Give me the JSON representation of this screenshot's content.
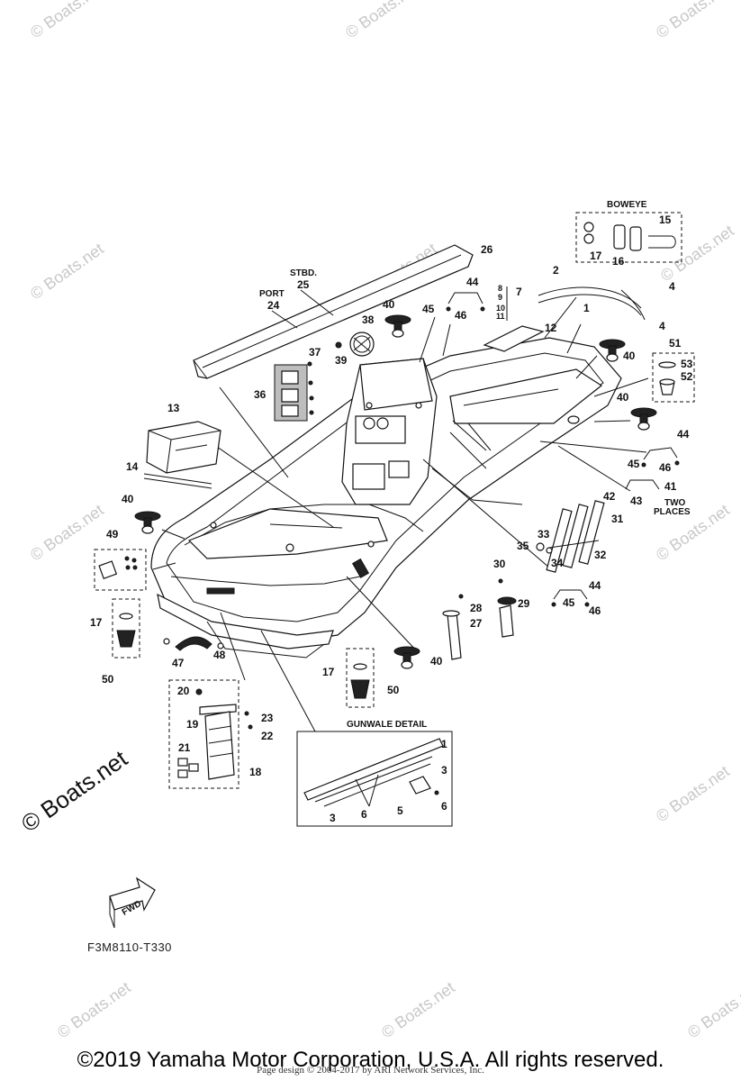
{
  "diagram": {
    "part_code": "F3M8110-T330",
    "copyright": "©2019 Yamaha Motor Corporation, U.S.A. All rights reserved.",
    "page_design": "Page design © 2004-2017 by ARI Network Services, Inc.",
    "brand_mark": "© Boats.net",
    "watermark_text": "© Boats.net",
    "detail_labels": {
      "boweye": "BOWEYE",
      "stbd": "STBD.",
      "port": "PORT",
      "two_places_1": "TWO",
      "two_places_2": "PLACES",
      "gunwale_detail": "GUNWALE DETAIL",
      "fwd": "FWD"
    },
    "callouts": [
      {
        "id": "c26",
        "text": "26"
      },
      {
        "id": "c25",
        "text": "25"
      },
      {
        "id": "c24",
        "text": "24"
      },
      {
        "id": "c38",
        "text": "38"
      },
      {
        "id": "c37",
        "text": "37"
      },
      {
        "id": "c39",
        "text": "39"
      },
      {
        "id": "c36",
        "text": "36"
      },
      {
        "id": "c40a",
        "text": "40"
      },
      {
        "id": "c45a",
        "text": "45"
      },
      {
        "id": "c44a",
        "text": "44"
      },
      {
        "id": "c46a",
        "text": "46"
      },
      {
        "id": "c7",
        "text": "7"
      },
      {
        "id": "c12",
        "text": "12"
      },
      {
        "id": "c2",
        "text": "2"
      },
      {
        "id": "c1",
        "text": "1"
      },
      {
        "id": "c4a",
        "text": "4"
      },
      {
        "id": "c4b",
        "text": "4"
      },
      {
        "id": "c15",
        "text": "15"
      },
      {
        "id": "c17a",
        "text": "17"
      },
      {
        "id": "c16",
        "text": "16"
      },
      {
        "id": "c40b",
        "text": "40"
      },
      {
        "id": "c51",
        "text": "51"
      },
      {
        "id": "c53",
        "text": "53"
      },
      {
        "id": "c52",
        "text": "52"
      },
      {
        "id": "c40c",
        "text": "40"
      },
      {
        "id": "c13",
        "text": "13"
      },
      {
        "id": "c14",
        "text": "14"
      },
      {
        "id": "c44b",
        "text": "44"
      },
      {
        "id": "c45b",
        "text": "45"
      },
      {
        "id": "c46b",
        "text": "46"
      },
      {
        "id": "c41",
        "text": "41"
      },
      {
        "id": "c42",
        "text": "42"
      },
      {
        "id": "c43",
        "text": "43"
      },
      {
        "id": "c40d",
        "text": "40"
      },
      {
        "id": "c31",
        "text": "31"
      },
      {
        "id": "c33",
        "text": "33"
      },
      {
        "id": "c35",
        "text": "35"
      },
      {
        "id": "c34",
        "text": "34"
      },
      {
        "id": "c32",
        "text": "32"
      },
      {
        "id": "c49",
        "text": "49"
      },
      {
        "id": "c30",
        "text": "30"
      },
      {
        "id": "c44c",
        "text": "44"
      },
      {
        "id": "c45c",
        "text": "45"
      },
      {
        "id": "c46c",
        "text": "46"
      },
      {
        "id": "c28",
        "text": "28"
      },
      {
        "id": "c29",
        "text": "29"
      },
      {
        "id": "c27",
        "text": "27"
      },
      {
        "id": "c17b",
        "text": "17"
      },
      {
        "id": "c50a",
        "text": "50"
      },
      {
        "id": "c47",
        "text": "47"
      },
      {
        "id": "c48",
        "text": "48"
      },
      {
        "id": "c40e",
        "text": "40"
      },
      {
        "id": "c17c",
        "text": "17"
      },
      {
        "id": "c50b",
        "text": "50"
      },
      {
        "id": "c20",
        "text": "20"
      },
      {
        "id": "c19",
        "text": "19"
      },
      {
        "id": "c23",
        "text": "23"
      },
      {
        "id": "c22",
        "text": "22"
      },
      {
        "id": "c21",
        "text": "21"
      },
      {
        "id": "c18",
        "text": "18"
      },
      {
        "id": "g1",
        "text": "1"
      },
      {
        "id": "g3a",
        "text": "3"
      },
      {
        "id": "g6a",
        "text": "6"
      },
      {
        "id": "g5",
        "text": "5"
      },
      {
        "id": "g6b",
        "text": "6"
      },
      {
        "id": "g3b",
        "text": "3"
      },
      {
        "id": "c8",
        "text": "8"
      },
      {
        "id": "c9",
        "text": "9"
      },
      {
        "id": "c10",
        "text": "10"
      },
      {
        "id": "c11",
        "text": "11"
      }
    ]
  }
}
